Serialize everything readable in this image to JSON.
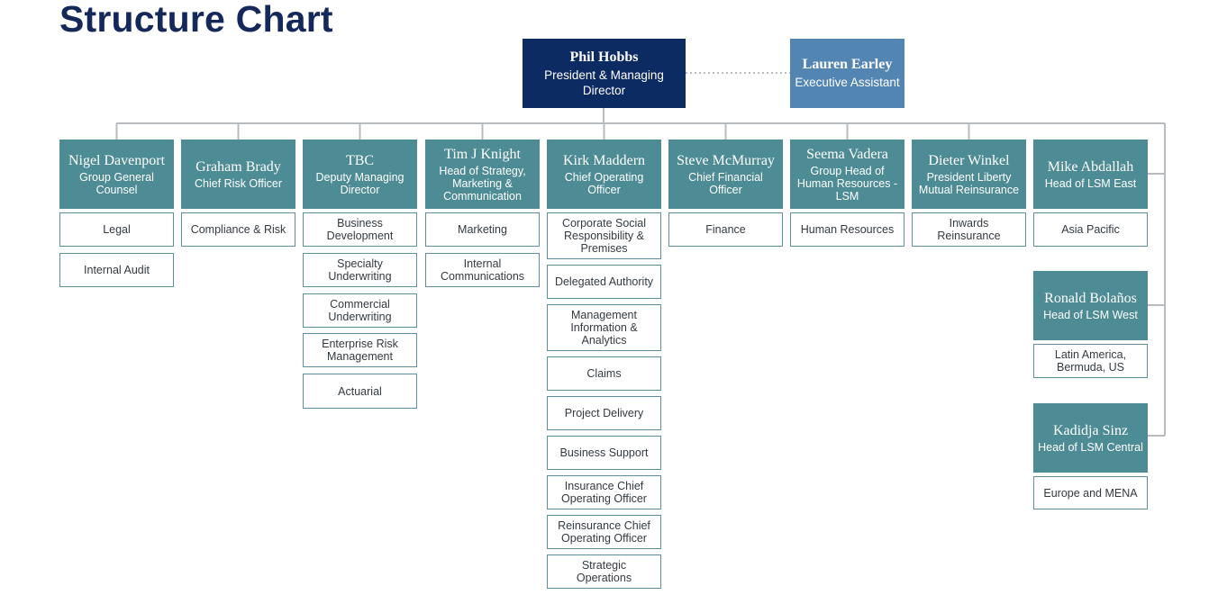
{
  "title": "Structure Chart",
  "top": {
    "president": {
      "name": "Phil Hobbs",
      "role": "President & Managing Director"
    },
    "assistant": {
      "name": "Lauren Earley",
      "role": "Executive Assistant"
    }
  },
  "columns": [
    {
      "name": "Nigel Davenport",
      "role": "Group General Counsel",
      "depts": [
        "Legal",
        "Internal Audit"
      ]
    },
    {
      "name": "Graham Brady",
      "role": "Chief Risk Officer",
      "depts": [
        "Compliance & Risk"
      ]
    },
    {
      "name": "TBC",
      "role": "Deputy Managing Director",
      "depts": [
        "Business Development",
        "Specialty Underwriting",
        "Commercial Underwriting",
        "Enterprise Risk Management",
        "Actuarial"
      ]
    },
    {
      "name": "Tim J Knight",
      "role": "Head of Strategy, Marketing & Communication",
      "depts": [
        "Marketing",
        "Internal Communications"
      ]
    },
    {
      "name": "Kirk Maddern",
      "role": "Chief Operating Officer",
      "depts": [
        "Corporate Social Responsibility & Premises",
        "Delegated Authority",
        "Management Information & Analytics",
        "Claims",
        "Project Delivery",
        "Business Support",
        "Insurance Chief Operating Officer",
        "Reinsurance Chief Operating Officer",
        "Strategic Operations"
      ]
    },
    {
      "name": "Steve McMurray",
      "role": "Chief Financial Officer",
      "depts": [
        "Finance"
      ]
    },
    {
      "name": "Seema Vadera",
      "role": "Group Head of Human Resources - LSM",
      "depts": [
        "Human Resources"
      ]
    },
    {
      "name": "Dieter Winkel",
      "role": "President Liberty Mutual Reinsurance",
      "depts": [
        "Inwards Reinsurance"
      ]
    },
    {
      "name": "Mike Abdallah",
      "role": "Head of LSM East",
      "depts": [
        "Asia Pacific"
      ]
    }
  ],
  "regional": [
    {
      "name": "Ronald Bolaños",
      "role": "Head of LSM West",
      "depts": [
        "Latin America, Bermuda, US"
      ]
    },
    {
      "name": "Kadidja Sinz",
      "role": "Head of LSM Central",
      "depts": [
        "Europe and MENA"
      ]
    }
  ],
  "colors": {
    "title": "#14295a",
    "president_fill": "#0d2b63",
    "assistant_fill": "#5385b3",
    "head_fill": "#4d8b95",
    "dept_border": "#5f9099",
    "connector": "#b8bcbe"
  }
}
